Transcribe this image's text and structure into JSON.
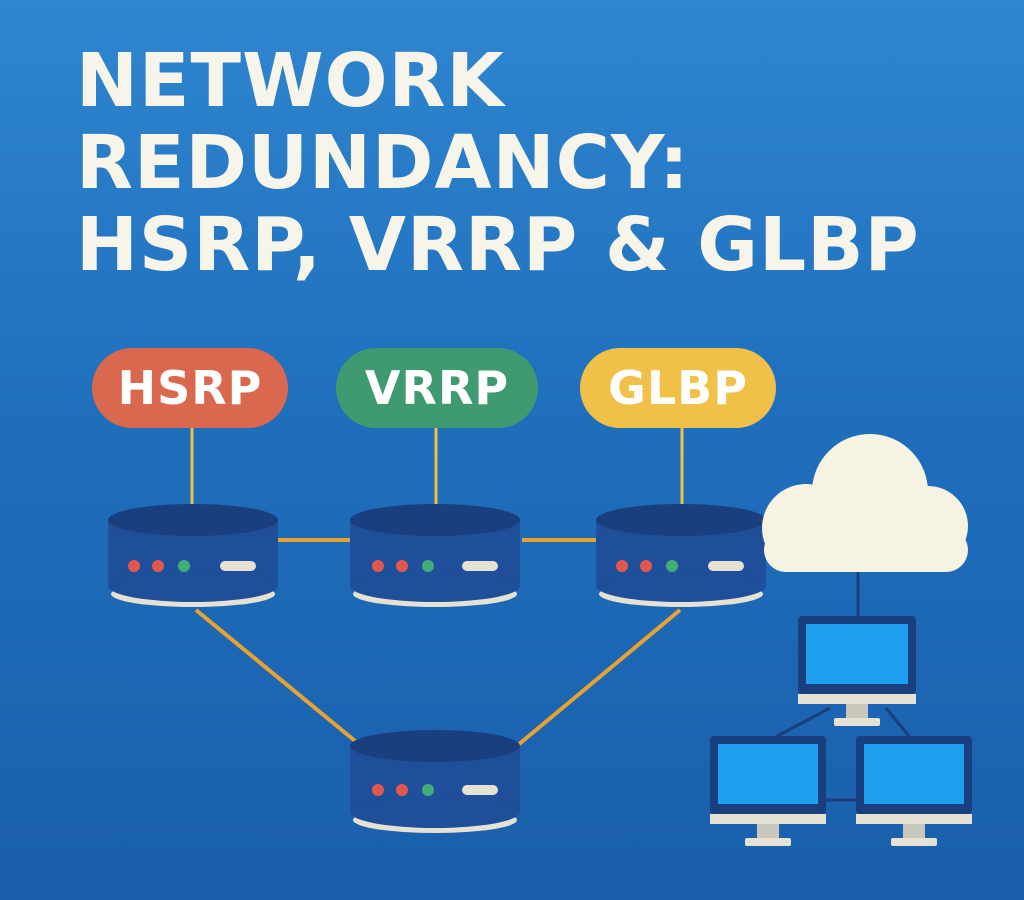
{
  "title": {
    "lines": [
      "NETWORK",
      "REDUNDANCY:",
      "HSRP, VRRP & GLBP"
    ]
  },
  "protocols": [
    {
      "label": "HSRP",
      "color": "#d9684f"
    },
    {
      "label": "VRRP",
      "color": "#3f9a72"
    },
    {
      "label": "GLBP",
      "color": "#f1c049"
    }
  ],
  "colors": {
    "background_top": "#2f86cf",
    "background_bottom": "#1a5fab",
    "router_body": "#1f4f9a",
    "router_top": "#1a3f7e",
    "link": "#e8a232",
    "base_plate": "#e6e2d3",
    "cloud": "#f7f3e3",
    "screen": "#1ea0f0",
    "led_red": "#e2574c",
    "led_green": "#3fae78"
  },
  "icons": [
    "router-icon",
    "cloud-icon",
    "computer-icon"
  ]
}
